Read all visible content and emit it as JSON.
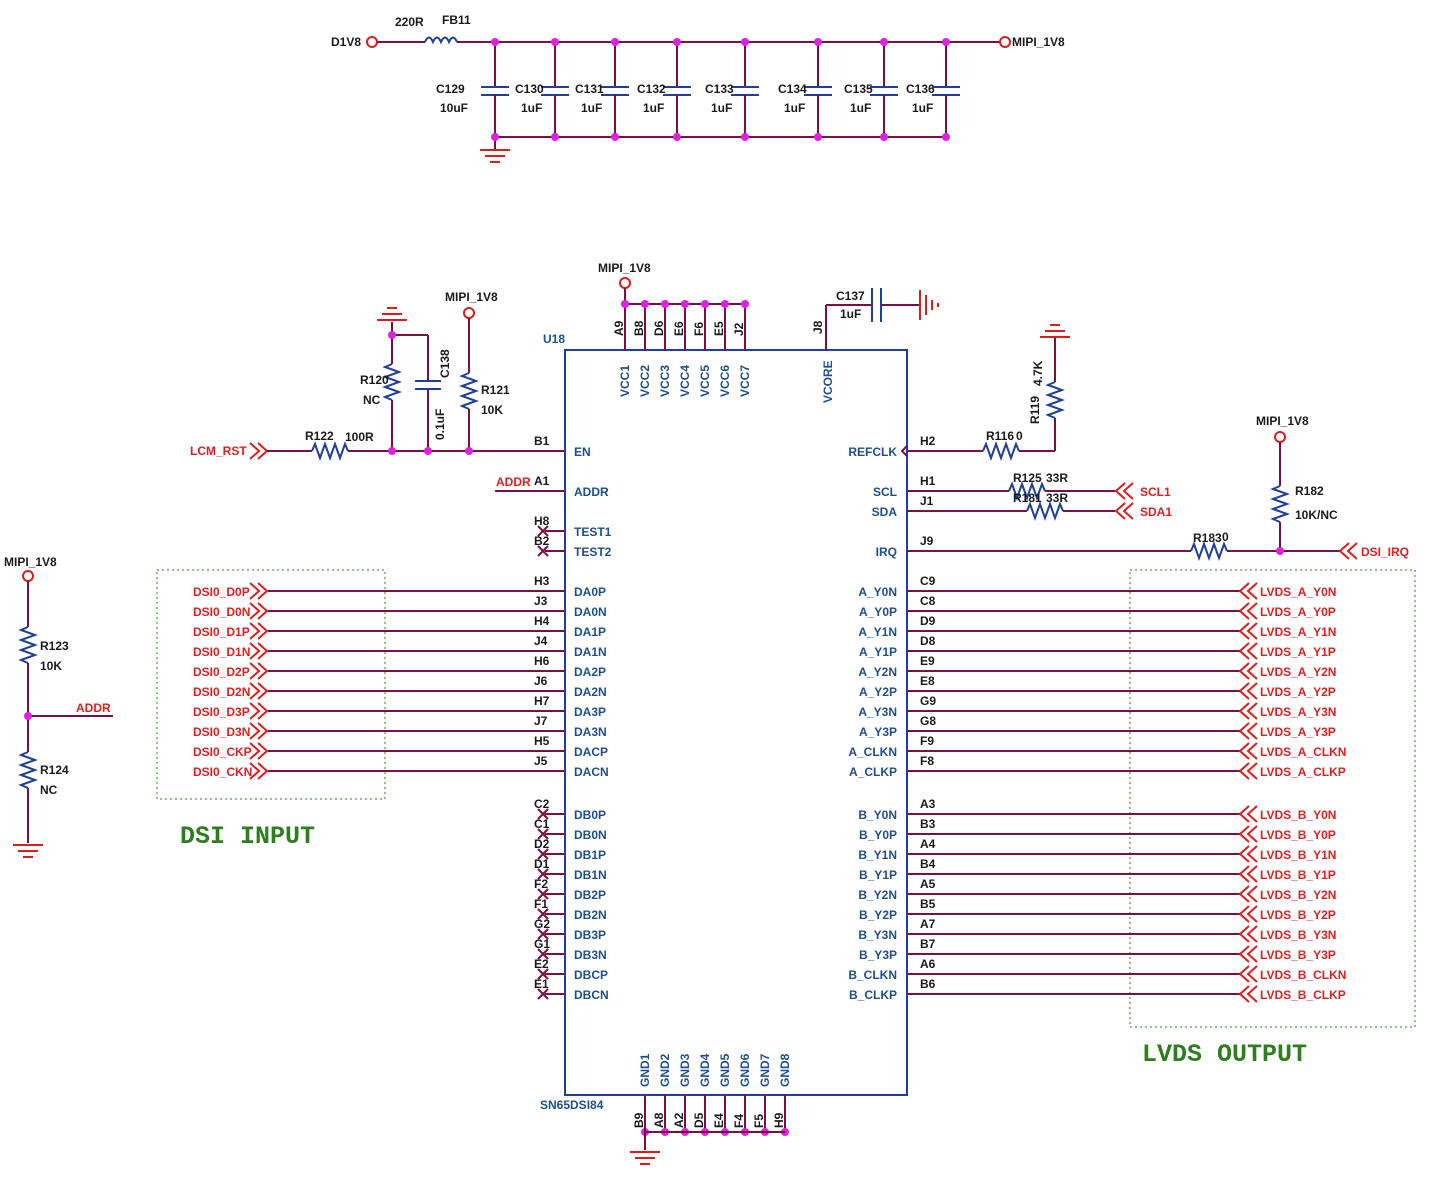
{
  "power_filter": {
    "input_net": "D1V8",
    "output_net": "MIPI_1V8",
    "ferrite": {
      "ref": "FB11",
      "value": "220R"
    },
    "caps": [
      {
        "ref": "C129",
        "value": "10uF"
      },
      {
        "ref": "C130",
        "value": "1uF"
      },
      {
        "ref": "C131",
        "value": "1uF"
      },
      {
        "ref": "C132",
        "value": "1uF"
      },
      {
        "ref": "C133",
        "value": "1uF"
      },
      {
        "ref": "C134",
        "value": "1uF"
      },
      {
        "ref": "C135",
        "value": "1uF"
      },
      {
        "ref": "C136",
        "value": "1uF"
      }
    ]
  },
  "chip": {
    "ref": "U18",
    "part": "SN65DSI84",
    "power_net": "MIPI_1V8",
    "vcc_pins": [
      {
        "num": "A9",
        "name": "VCC1"
      },
      {
        "num": "B8",
        "name": "VCC2"
      },
      {
        "num": "D6",
        "name": "VCC3"
      },
      {
        "num": "E6",
        "name": "VCC4"
      },
      {
        "num": "F6",
        "name": "VCC5"
      },
      {
        "num": "E5",
        "name": "VCC6"
      },
      {
        "num": "J2",
        "name": "VCC7"
      }
    ],
    "vcore_pin": {
      "num": "J8",
      "name": "VCORE"
    },
    "gnd_pins": [
      {
        "num": "B9",
        "name": "GND1"
      },
      {
        "num": "A8",
        "name": "GND2"
      },
      {
        "num": "A2",
        "name": "GND3"
      },
      {
        "num": "D5",
        "name": "GND4"
      },
      {
        "num": "E4",
        "name": "GND5"
      },
      {
        "num": "F4",
        "name": "GND6"
      },
      {
        "num": "F5",
        "name": "GND7"
      },
      {
        "num": "H9",
        "name": "GND8"
      }
    ],
    "left_pins": [
      {
        "num": "B1",
        "name": "EN"
      },
      {
        "num": "A1",
        "name": "ADDR"
      },
      {
        "num": "H8",
        "name": "TEST1"
      },
      {
        "num": "B2",
        "name": "TEST2"
      },
      {
        "num": "H3",
        "name": "DA0P"
      },
      {
        "num": "J3",
        "name": "DA0N"
      },
      {
        "num": "H4",
        "name": "DA1P"
      },
      {
        "num": "J4",
        "name": "DA1N"
      },
      {
        "num": "H6",
        "name": "DA2P"
      },
      {
        "num": "J6",
        "name": "DA2N"
      },
      {
        "num": "H7",
        "name": "DA3P"
      },
      {
        "num": "J7",
        "name": "DA3N"
      },
      {
        "num": "H5",
        "name": "DACP"
      },
      {
        "num": "J5",
        "name": "DACN"
      },
      {
        "num": "C2",
        "name": "DB0P"
      },
      {
        "num": "C1",
        "name": "DB0N"
      },
      {
        "num": "D2",
        "name": "DB1P"
      },
      {
        "num": "D1",
        "name": "DB1N"
      },
      {
        "num": "F2",
        "name": "DB2P"
      },
      {
        "num": "F1",
        "name": "DB2N"
      },
      {
        "num": "G2",
        "name": "DB3P"
      },
      {
        "num": "G1",
        "name": "DB3N"
      },
      {
        "num": "E2",
        "name": "DBCP"
      },
      {
        "num": "E1",
        "name": "DBCN"
      }
    ],
    "right_pins": [
      {
        "num": "H2",
        "name": "REFCLK"
      },
      {
        "num": "H1",
        "name": "SCL"
      },
      {
        "num": "J1",
        "name": "SDA"
      },
      {
        "num": "J9",
        "name": "IRQ"
      },
      {
        "num": "C9",
        "name": "A_Y0N"
      },
      {
        "num": "C8",
        "name": "A_Y0P"
      },
      {
        "num": "D9",
        "name": "A_Y1N"
      },
      {
        "num": "D8",
        "name": "A_Y1P"
      },
      {
        "num": "E9",
        "name": "A_Y2N"
      },
      {
        "num": "E8",
        "name": "A_Y2P"
      },
      {
        "num": "G9",
        "name": "A_Y3N"
      },
      {
        "num": "G8",
        "name": "A_Y3P"
      },
      {
        "num": "F9",
        "name": "A_CLKN"
      },
      {
        "num": "F8",
        "name": "A_CLKP"
      },
      {
        "num": "A3",
        "name": "B_Y0N"
      },
      {
        "num": "B3",
        "name": "B_Y0P"
      },
      {
        "num": "A4",
        "name": "B_Y1N"
      },
      {
        "num": "B4",
        "name": "B_Y1P"
      },
      {
        "num": "A5",
        "name": "B_Y2N"
      },
      {
        "num": "B5",
        "name": "B_Y2P"
      },
      {
        "num": "A7",
        "name": "B_Y3N"
      },
      {
        "num": "B7",
        "name": "B_Y3P"
      },
      {
        "num": "A6",
        "name": "B_CLKN"
      },
      {
        "num": "B6",
        "name": "B_CLKP"
      }
    ]
  },
  "vcore_cap": {
    "ref": "C137",
    "value": "1uF"
  },
  "en_circuit": {
    "net": "LCM_RST",
    "series": {
      "ref": "R122",
      "value": "100R"
    },
    "pulldown": {
      "ref": "R120",
      "value": "NC"
    },
    "cap": {
      "ref": "C138",
      "value": "0.1uF"
    },
    "pullup": {
      "ref": "R121",
      "value": "10K"
    },
    "pullup_net": "MIPI_1V8"
  },
  "addr_net": "ADDR",
  "refclk_res": {
    "ref": "R119",
    "value": "4.7K"
  },
  "refclk_series": {
    "ref": "R116",
    "value": "0"
  },
  "scl_res": {
    "ref": "R125",
    "value": "33R"
  },
  "sda_res": {
    "ref": "R181",
    "value": "33R"
  },
  "scl_net": "SCL1",
  "sda_net": "SDA1",
  "irq": {
    "series_ref": "R183",
    "series_value": "0",
    "pull_ref": "R182",
    "pull_value": "10K/NC",
    "net": "DSI_IRQ",
    "power_net": "MIPI_1V8"
  },
  "addr_divider": {
    "power_net": "MIPI_1V8",
    "top": {
      "ref": "R123",
      "value": "10K"
    },
    "bottom": {
      "ref": "R124",
      "value": "NC"
    },
    "net": "ADDR"
  },
  "dsi_nets": [
    "DSI0_D0P",
    "DSI0_D0N",
    "DSI0_D1P",
    "DSI0_D1N",
    "DSI0_D2P",
    "DSI0_D2N",
    "DSI0_D3P",
    "DSI0_D3N",
    "DSI0_CKP",
    "DSI0_CKN"
  ],
  "lvds_a_nets": [
    "LVDS_A_Y0N",
    "LVDS_A_Y0P",
    "LVDS_A_Y1N",
    "LVDS_A_Y1P",
    "LVDS_A_Y2N",
    "LVDS_A_Y2P",
    "LVDS_A_Y3N",
    "LVDS_A_Y3P",
    "LVDS_A_CLKN",
    "LVDS_A_CLKP"
  ],
  "lvds_b_nets": [
    "LVDS_B_Y0N",
    "LVDS_B_Y0P",
    "LVDS_B_Y1N",
    "LVDS_B_Y1P",
    "LVDS_B_Y2N",
    "LVDS_B_Y2P",
    "LVDS_B_Y3N",
    "LVDS_B_Y3P",
    "LVDS_B_CLKN",
    "LVDS_B_CLKP"
  ],
  "labels": {
    "dsi_input": "DSI  INPUT",
    "lvds_output": "LVDS  OUTPUT"
  },
  "colors": {
    "wire": "#7a1040",
    "component": "#1f3f9a",
    "net_label": "#e02020",
    "junction": "#e020e0",
    "group_label": "#2e7d1e"
  }
}
